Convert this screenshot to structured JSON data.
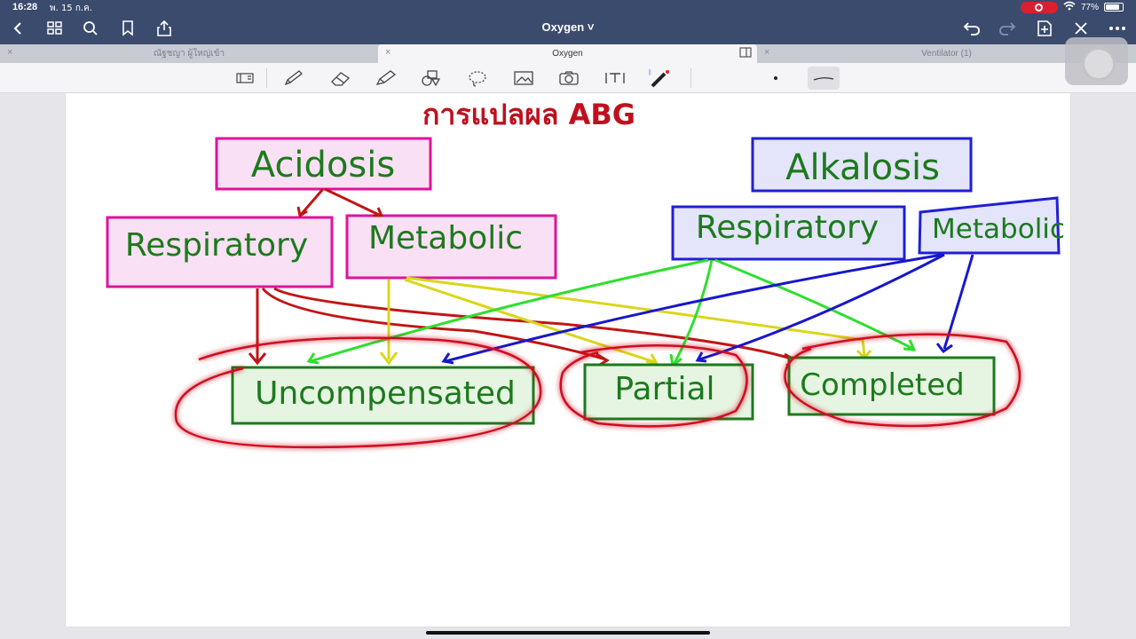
{
  "status": {
    "time": "16:28",
    "date": "พ. 15 ก.ค.",
    "battery": "77%"
  },
  "nav": {
    "title": "Oxygen ˅"
  },
  "tabs": [
    {
      "label": "ณัฐชญา ผู้ใหญ่เข้า",
      "active": false
    },
    {
      "label": "Oxygen",
      "active": true
    },
    {
      "label": "Ventilator (1)",
      "active": false
    }
  ],
  "canvas": {
    "heading": "การแปลผล ABG",
    "acidosis": "Acidosis",
    "alkalosis": "Alkalosis",
    "acid_respiratory": "Respiratory",
    "acid_metabolic": "Metabolic",
    "alk_respiratory": "Respiratory",
    "alk_metabolic": "Metabolic",
    "uncompensated": "Uncompensated",
    "partial": "Partial",
    "completed": "Completed"
  },
  "colors": {
    "heading": "#c0101e",
    "ink_green": "#1c7a1c",
    "acid_box": "#e0139a",
    "acid_fill": "#f9e0f4",
    "alk_box": "#1f1fd6",
    "alk_fill": "#e4e4fb",
    "result_box": "#1c7a1c",
    "result_fill": "#e6f4e2",
    "arrow_red": "#c11515",
    "arrow_yellow": "#d9d61b",
    "arrow_green": "#2de02d",
    "arrow_blue": "#1717cc",
    "highlight_ring": "#d0101a"
  }
}
